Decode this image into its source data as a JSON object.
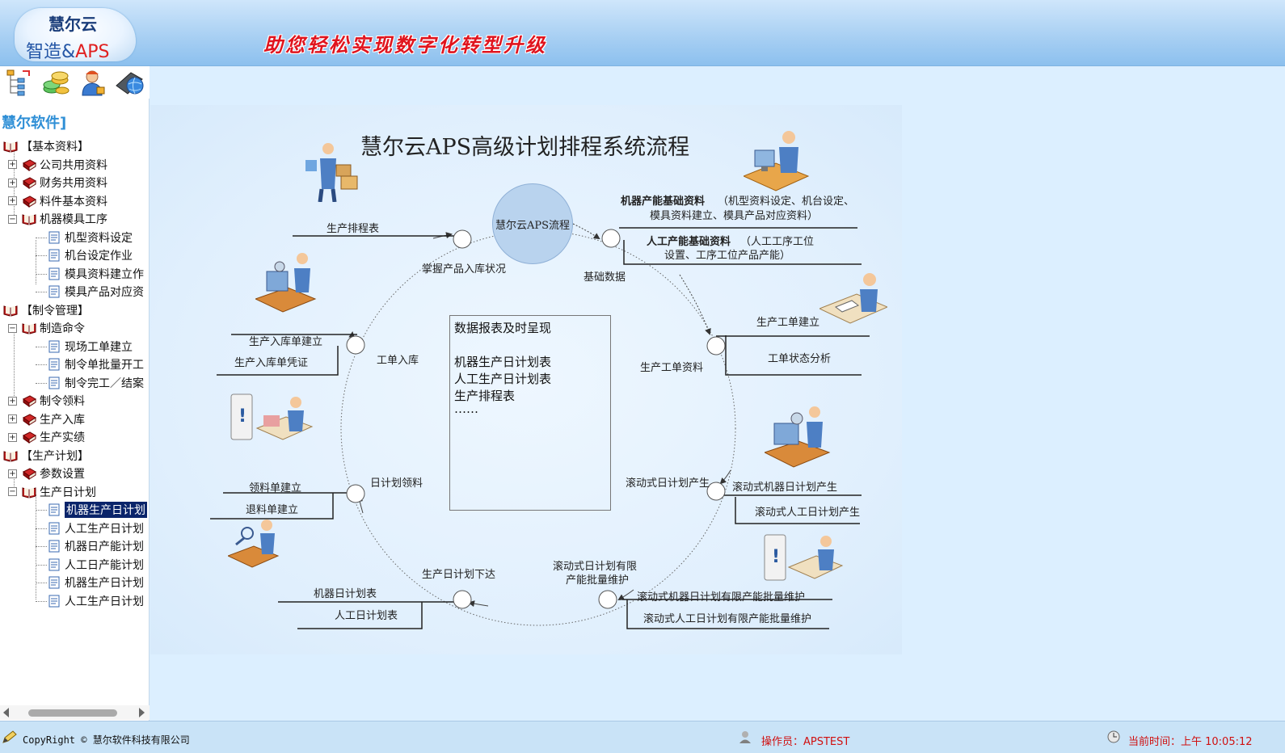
{
  "header": {
    "logo_line1": "慧尔云",
    "logo_line2_prefix": "智造&",
    "logo_line2_aps": "APS",
    "slogan": "助您轻松实现数字化转型升级"
  },
  "toolbar": {
    "icons": [
      "tree-structure-icon",
      "coins-icon",
      "user-icon",
      "globe-icon"
    ]
  },
  "sidebar": {
    "title": "慧尔软件]",
    "tree": [
      {
        "label": "【基本资料】",
        "level": 0,
        "icon": "book-open-icon"
      },
      {
        "label": "公司共用资料",
        "level": 1,
        "icon": "book-closed-icon",
        "toggle": "+"
      },
      {
        "label": "财务共用资料",
        "level": 1,
        "icon": "book-closed-icon",
        "toggle": "+"
      },
      {
        "label": "料件基本资料",
        "level": 1,
        "icon": "book-closed-icon",
        "toggle": "+"
      },
      {
        "label": "机器模具工序",
        "level": 1,
        "icon": "book-open-icon",
        "toggle": "−"
      },
      {
        "label": "机型资料设定",
        "level": 2,
        "icon": "document-icon"
      },
      {
        "label": "机台设定作业",
        "level": 2,
        "icon": "document-icon"
      },
      {
        "label": "模具资料建立作",
        "level": 2,
        "icon": "document-icon"
      },
      {
        "label": "模具产品对应资",
        "level": 2,
        "icon": "document-icon"
      },
      {
        "label": "【制令管理】",
        "level": 0,
        "icon": "book-open-icon"
      },
      {
        "label": "制造命令",
        "level": 1,
        "icon": "book-open-icon",
        "toggle": "−"
      },
      {
        "label": "现场工单建立",
        "level": 2,
        "icon": "document-icon"
      },
      {
        "label": "制令单批量开工",
        "level": 2,
        "icon": "document-icon"
      },
      {
        "label": "制令完工／结案",
        "level": 2,
        "icon": "document-icon"
      },
      {
        "label": "制令领料",
        "level": 1,
        "icon": "book-closed-icon",
        "toggle": "+"
      },
      {
        "label": "生产入库",
        "level": 1,
        "icon": "book-closed-icon",
        "toggle": "+"
      },
      {
        "label": "生产实绩",
        "level": 1,
        "icon": "book-closed-icon",
        "toggle": "+"
      },
      {
        "label": "【生产计划】",
        "level": 0,
        "icon": "book-open-icon"
      },
      {
        "label": "参数设置",
        "level": 1,
        "icon": "book-closed-icon",
        "toggle": "+"
      },
      {
        "label": "生产日计划",
        "level": 1,
        "icon": "book-open-icon",
        "toggle": "−"
      },
      {
        "label": "机器生产日计划",
        "level": 2,
        "icon": "document-icon",
        "selected": true
      },
      {
        "label": "人工生产日计划",
        "level": 2,
        "icon": "document-icon"
      },
      {
        "label": "机器日产能计划",
        "level": 2,
        "icon": "document-icon"
      },
      {
        "label": "人工日产能计划",
        "level": 2,
        "icon": "document-icon"
      },
      {
        "label": "机器生产日计划",
        "level": 2,
        "icon": "document-icon"
      },
      {
        "label": "人工生产日计划",
        "level": 2,
        "icon": "document-icon"
      }
    ]
  },
  "diagram": {
    "title": "慧尔云APS高级计划排程系统流程",
    "center_circle": "慧尔云APS流程",
    "center_box": [
      "数据报表及时呈现",
      "机器生产日计划表",
      "人工生产日计划表",
      "生产排程表",
      "……"
    ],
    "labels": {
      "machine_capacity": "机器产能基础资料",
      "machine_capacity_desc1": "（机型资料设定、机台设定、",
      "machine_capacity_desc2": "模具资料建立、模具产品对应资料）",
      "labor_capacity": "人工产能基础资料",
      "labor_capacity_desc1": "（人工工序工位",
      "labor_capacity_desc2": "设置、工序工位产品产能）",
      "basic_data": "基础数据",
      "schedule_table": "生产排程表",
      "master_stock": "掌握产品入库状况",
      "work_order_create": "生产工单建立",
      "work_order_status": "工单状态分析",
      "work_order_data": "生产工单资料",
      "stockin_create": "生产入库单建立",
      "stockin_voucher": "生产入库单凭证",
      "work_order_stockin": "工单入库",
      "rolling_plan": "滚动式日计划产生",
      "rolling_machine": "滚动式机器日计划产生",
      "rolling_labor": "滚动式人工日计划产生",
      "issue_create": "领料单建立",
      "return_create": "退料单建立",
      "daily_issue": "日计划领料",
      "rolling_limit1": "滚动式日计划有限",
      "rolling_limit2": "产能批量维护",
      "rolling_machine_limit": "滚动式机器日计划有限产能批量维护",
      "rolling_labor_limit": "滚动式人工日计划有限产能批量维护",
      "daily_release": "生产日计划下达",
      "machine_daily": "机器日计划表",
      "labor_daily": "人工日计划表"
    }
  },
  "statusbar": {
    "copyright": "CopyRight © 慧尔软件科技有限公司",
    "operator": "操作员：APSTEST",
    "clock": "当前时间：上午 10:05:12"
  }
}
